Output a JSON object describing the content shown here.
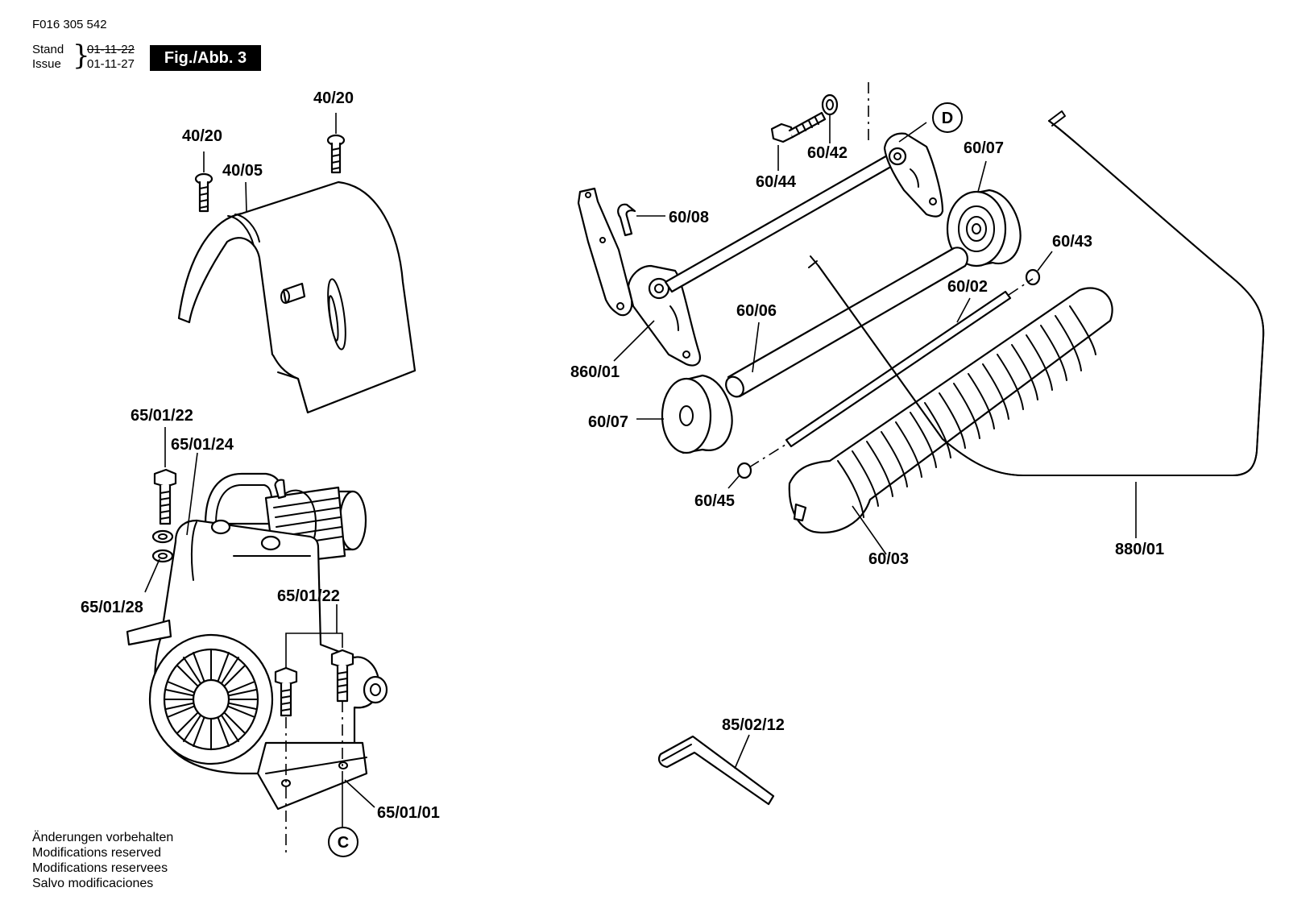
{
  "header": {
    "doc_number": "F016 305 542",
    "stand_label": "Stand",
    "issue_label": "Issue",
    "stand_date": "01-11-22",
    "issue_date": "01-11-27",
    "figure_label": "Fig./Abb. 3"
  },
  "notes": [
    "Änderungen vorbehalten",
    "Modifications reserved",
    "Modifications reservees",
    "Salvo modificaciones"
  ],
  "callouts": {
    "c40_20_a": "40/20",
    "c40_20_b": "40/20",
    "c40_05": "40/05",
    "c65_01_22_a": "65/01/22",
    "c65_01_24": "65/01/24",
    "c65_01_28": "65/01/28",
    "c65_01_22_b": "65/01/22",
    "c65_01_01": "65/01/01",
    "circle_c": "C",
    "circle_d": "D",
    "c60_44": "60/44",
    "c60_42": "60/42",
    "c60_07_a": "60/07",
    "c60_08": "60/08",
    "c60_43": "60/43",
    "c60_02": "60/02",
    "c60_06": "60/06",
    "c860_01": "860/01",
    "c60_07_b": "60/07",
    "c60_45": "60/45",
    "c60_03": "60/03",
    "c880_01": "880/01",
    "c85_02_12": "85/02/12"
  }
}
